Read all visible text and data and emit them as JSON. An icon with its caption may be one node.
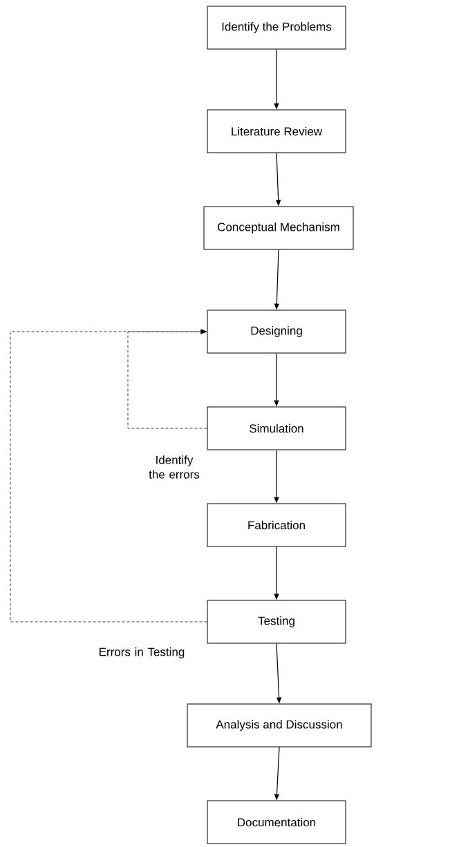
{
  "diagram": {
    "nodes": [
      {
        "text": [
          "Identify the Problems"
        ]
      },
      {
        "text": [
          "Literature Review"
        ]
      },
      {
        "text": [
          "Conceptual Mechanism"
        ]
      },
      {
        "text": [
          "Designing"
        ]
      },
      {
        "text": [
          "Simulation"
        ]
      },
      {
        "text": [
          "Fabrication"
        ]
      },
      {
        "text": [
          "Testing"
        ]
      },
      {
        "text": [
          "Analysis and Discussion"
        ]
      },
      {
        "text": [
          "Documentation"
        ]
      }
    ],
    "edges": [
      {
        "from": 0,
        "to": 1,
        "arrow": "to"
      },
      {
        "from": 1,
        "to": 2,
        "arrow": "to"
      },
      {
        "from": 2,
        "to": 3,
        "arrow": "to"
      },
      {
        "from": 3,
        "to": 4,
        "arrow": "to"
      },
      {
        "from": 4,
        "to": 5,
        "arrow": "to"
      },
      {
        "from": 5,
        "to": 6,
        "arrow": "to"
      },
      {
        "from": 6,
        "to": 7,
        "arrow": "to"
      },
      {
        "from": 7,
        "to": 8,
        "arrow": "to"
      },
      {
        "from": 4,
        "to": 3,
        "arrow": "to",
        "style": "dashed",
        "label": "Identify the errors"
      },
      {
        "from": 6,
        "to": 3,
        "arrow": "to",
        "style": "dashed",
        "label": "Errors in Testing"
      }
    ]
  }
}
